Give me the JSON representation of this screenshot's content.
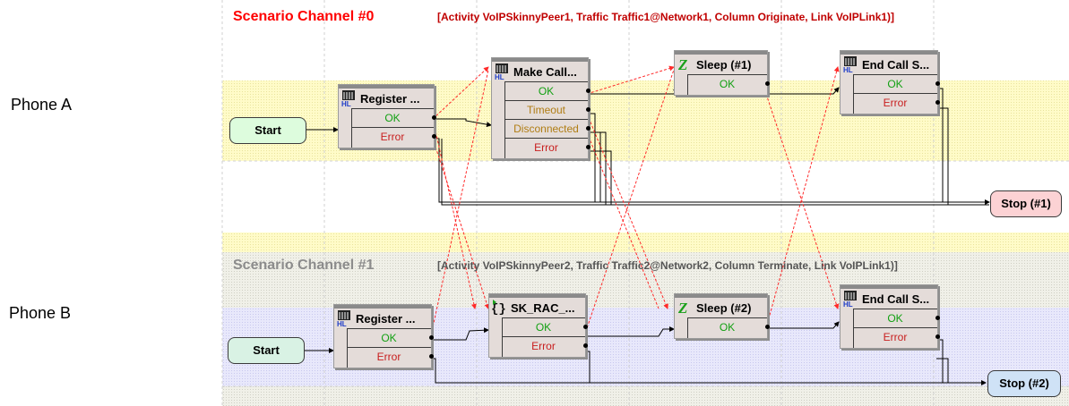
{
  "labels": {
    "phone_a": "Phone A",
    "phone_b": "Phone B"
  },
  "channels": [
    {
      "title": "Scenario Channel #0",
      "info": "[Activity VoIPSkinnyPeer1, Traffic Traffic1@Network1, Column Originate, Link VoIPLink1)]",
      "start": "Start",
      "stop": "Stop (#1)",
      "nodes": [
        {
          "icon": "hl-phone",
          "title": "Register ...",
          "outputs": [
            {
              "label": "OK",
              "kind": "ok"
            },
            {
              "label": "Error",
              "kind": "err"
            }
          ]
        },
        {
          "icon": "hl-phone",
          "title": "Make Call...",
          "outputs": [
            {
              "label": "OK",
              "kind": "ok"
            },
            {
              "label": "Timeout",
              "kind": "warn"
            },
            {
              "label": "Disconnected",
              "kind": "warn"
            },
            {
              "label": "Error",
              "kind": "err"
            }
          ]
        },
        {
          "icon": "sleep",
          "title": "Sleep (#1)",
          "outputs": [
            {
              "label": "OK",
              "kind": "ok"
            }
          ]
        },
        {
          "icon": "hl-phone",
          "title": "End Call S...",
          "outputs": [
            {
              "label": "OK",
              "kind": "ok"
            },
            {
              "label": "Error",
              "kind": "err"
            }
          ]
        }
      ]
    },
    {
      "title": "Scenario Channel #1",
      "info": "[Activity VoIPSkinnyPeer2, Traffic Traffic2@Network2, Column Terminate, Link VoIPLink1)]",
      "start": "Start",
      "stop": "Stop (#2)",
      "nodes": [
        {
          "icon": "hl-phone",
          "title": "Register ...",
          "outputs": [
            {
              "label": "OK",
              "kind": "ok"
            },
            {
              "label": "Error",
              "kind": "err"
            }
          ]
        },
        {
          "icon": "script",
          "title": "SK_RAC_...",
          "outputs": [
            {
              "label": "OK",
              "kind": "ok"
            },
            {
              "label": "Error",
              "kind": "err"
            }
          ]
        },
        {
          "icon": "sleep",
          "title": "Sleep (#2)",
          "outputs": [
            {
              "label": "OK",
              "kind": "ok"
            }
          ]
        },
        {
          "icon": "hl-phone",
          "title": "End Call S...",
          "outputs": [
            {
              "label": "OK",
              "kind": "ok"
            },
            {
              "label": "Error",
              "kind": "err"
            }
          ]
        }
      ]
    }
  ],
  "colors": {
    "channel0_title": "#ff0000",
    "channel0_info": "#c00000",
    "channel1_title": "#8c8c8c",
    "channel1_info": "#555555",
    "band_yellow": "#fffbc8",
    "band_blue": "#e6e6fb",
    "band_gray": "#e9e9e2",
    "start_fill_0": "#ddfcdd",
    "start_fill_1": "#d9f2e4",
    "stop_fill": "#fcd2d4",
    "stop_fill_2": "#cfe2f6",
    "sync_line": "#ff2a2a"
  }
}
